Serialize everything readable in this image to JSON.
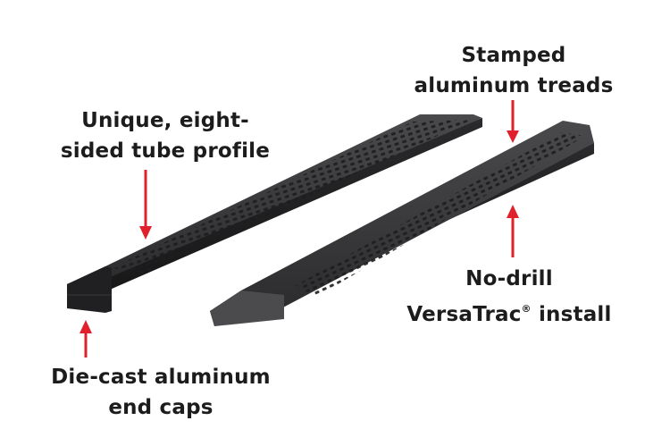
{
  "callouts": {
    "unique": {
      "line1": "Unique, eight-",
      "line2": "sided tube profile"
    },
    "stamped": {
      "line1": "Stamped",
      "line2": "aluminum treads"
    },
    "nodrill": {
      "line1": "No-drill",
      "line2_a": "VersaTrac",
      "line2_reg": "®",
      "line2_b": " install"
    },
    "diecast": {
      "line1": "Die-cast aluminum",
      "line2": "end caps"
    }
  },
  "colors": {
    "arrow": "#e0202a",
    "board": "#2e2e30",
    "board_top": "#3d3d40",
    "text": "#1c1c1c"
  }
}
